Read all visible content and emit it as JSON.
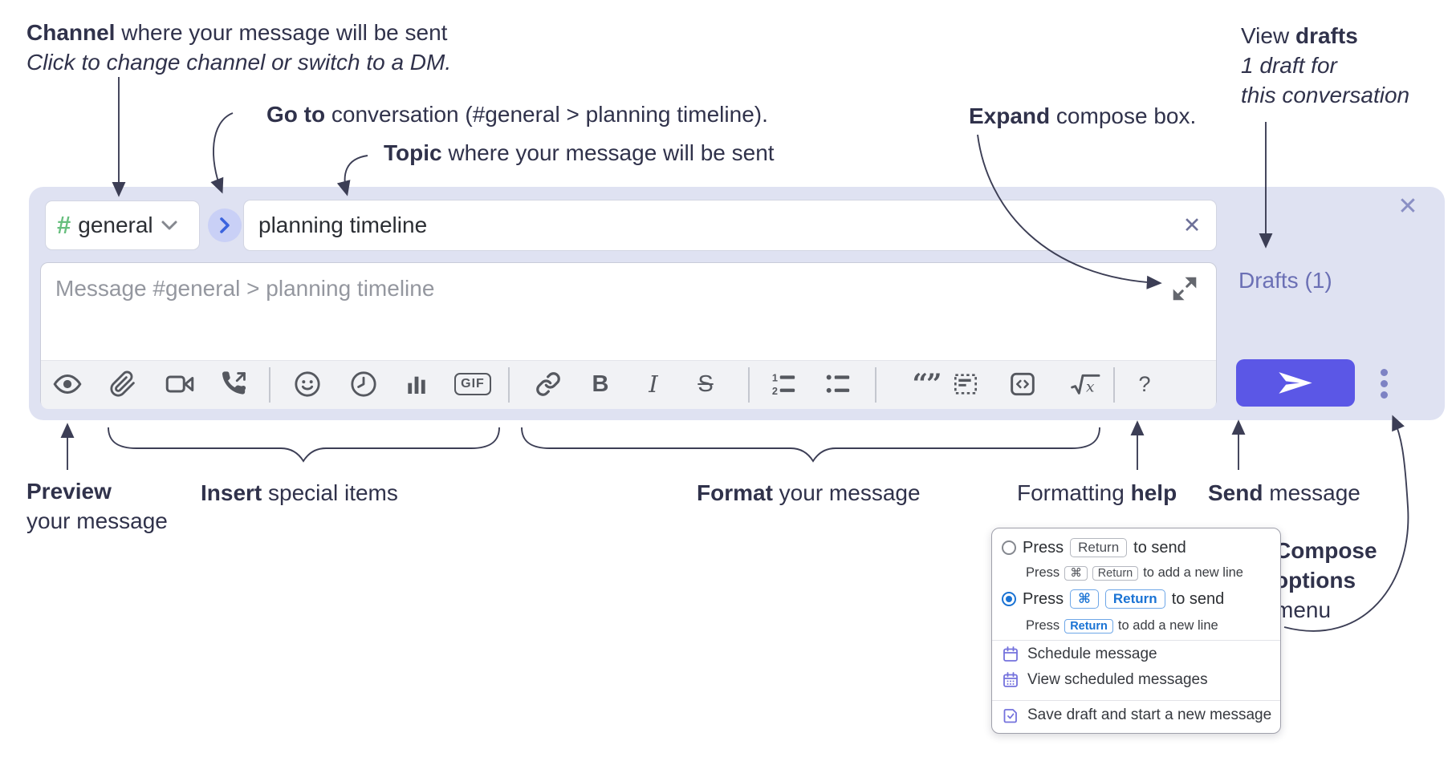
{
  "notes": {
    "channel_bold": "Channel",
    "channel_rest": " where your message will be sent",
    "channel_sub": "Click to change channel or switch to a DM.",
    "goto_bold": "Go to",
    "goto_rest": " conversation (#general > planning timeline).",
    "topic_bold": "Topic",
    "topic_rest": " where your message will be sent",
    "expand_bold": "Expand",
    "expand_rest": " compose box.",
    "drafts_pre": "View ",
    "drafts_bold": "drafts",
    "drafts_line2": "1 draft for",
    "drafts_line3": "this conversation",
    "preview_bold": "Preview",
    "preview_line2": "your message",
    "insert_bold": "Insert",
    "insert_rest": " special items",
    "format_bold": "Format",
    "format_rest": " your message",
    "help_pre": "Formatting ",
    "help_bold": "help",
    "send_bold": "Send",
    "send_rest": " message",
    "compose_line1": "Compose",
    "compose_line2": "options",
    "compose_line3": "menu"
  },
  "compose": {
    "channel_name": "general",
    "topic_value": "planning timeline",
    "message_placeholder": "Message #general > planning timeline",
    "drafts_label": "Drafts (1)"
  },
  "icons": {
    "hash": "#",
    "close": "✕",
    "clear": "✕"
  },
  "toolbar": {
    "gif_label": "GIF",
    "bold_label": "B",
    "italic_label": "I",
    "strike_label": "S",
    "quote_glyph": "“”",
    "math_radical": "√",
    "math_x": "x",
    "help_label": "?"
  },
  "menu": {
    "press": "Press",
    "return_key": "Return",
    "cmd_key": "⌘",
    "to_send": "to send",
    "to_add": "to add a new line",
    "items": [
      "Schedule message",
      "View scheduled messages",
      "Save draft and start a new message"
    ]
  },
  "colors": {
    "panel_bg": "#dfe2f2",
    "send_button": "#5b57e6",
    "hash_green": "#67bf7e",
    "drafts_link": "#6b70b5",
    "menu_accent_blue": "#1a73d4",
    "menu_icon_indigo": "#7472dd"
  }
}
